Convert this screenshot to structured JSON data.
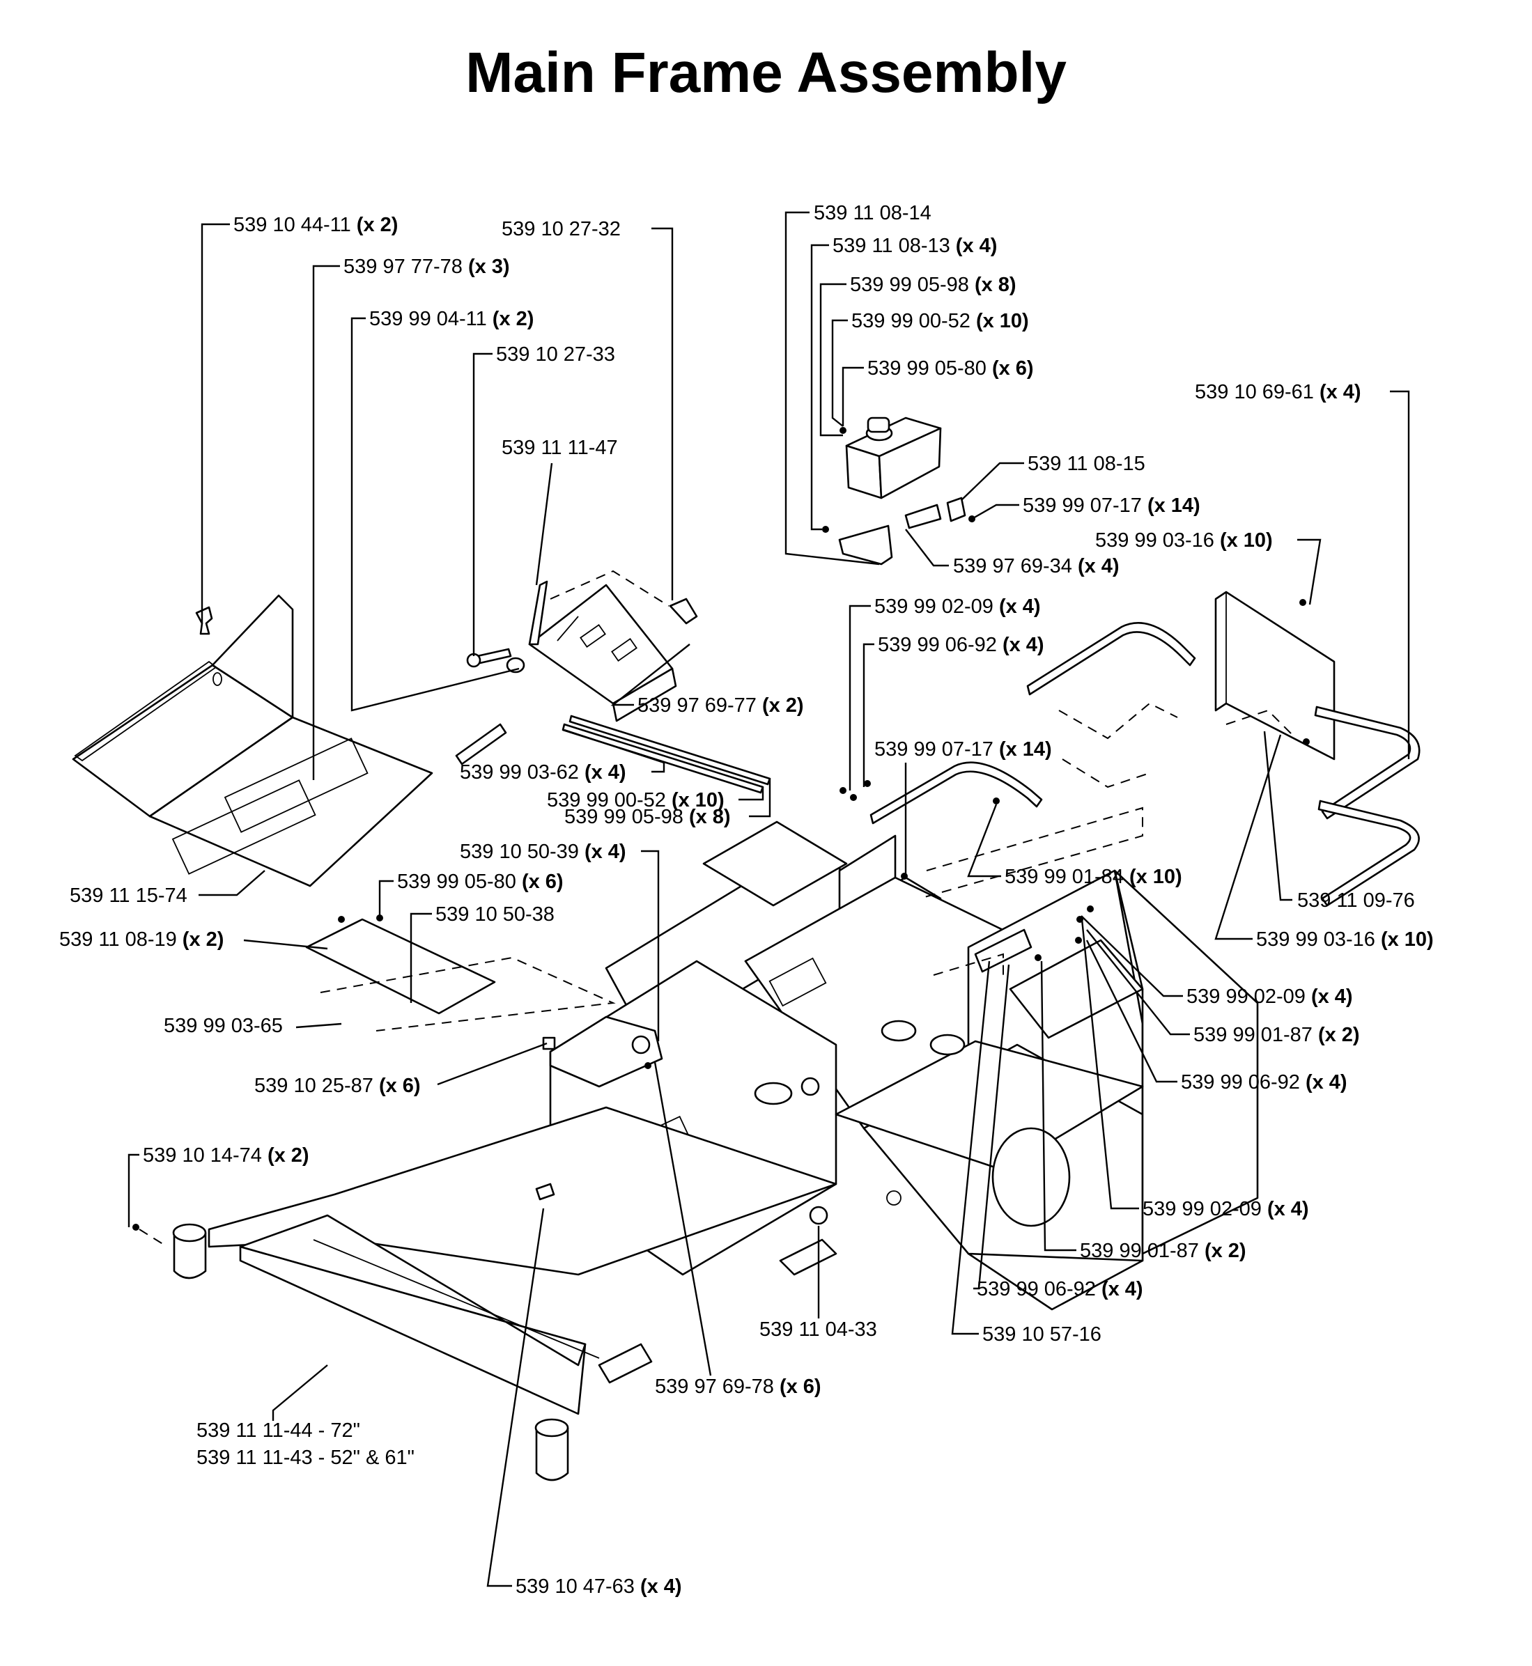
{
  "title": "Main Frame Assembly",
  "labels": [
    {
      "id": "l01",
      "part": "539 10 44-11",
      "qty": "(x 2)"
    },
    {
      "id": "l02",
      "part": "539 97 77-78",
      "qty": "(x 3)"
    },
    {
      "id": "l03",
      "part": "539 99 04-11",
      "qty": "(x 2)"
    },
    {
      "id": "l04",
      "part": "539 10 27-33",
      "qty": ""
    },
    {
      "id": "l05",
      "part": "539 10 27-32",
      "qty": ""
    },
    {
      "id": "l06",
      "part": "539 11 11-47",
      "qty": ""
    },
    {
      "id": "l07",
      "part": "539 97 69-77",
      "qty": "(x 2)"
    },
    {
      "id": "l08",
      "part": "539 99 03-62",
      "qty": "(x 4)"
    },
    {
      "id": "l09",
      "part": "539 99 00-52",
      "qty": "(x 10)"
    },
    {
      "id": "l10",
      "part": "539 99 05-98",
      "qty": "(x 8)"
    },
    {
      "id": "l11",
      "part": "539 11 15-74",
      "qty": ""
    },
    {
      "id": "l12",
      "part": "539 10 50-39",
      "qty": "(x 4)"
    },
    {
      "id": "l13",
      "part": "539 99 05-80",
      "qty": "(x 6)"
    },
    {
      "id": "l14",
      "part": "539 10 50-38",
      "qty": ""
    },
    {
      "id": "l15",
      "part": "539 11 08-19",
      "qty": "(x 2)"
    },
    {
      "id": "l16",
      "part": "539 99 03-65",
      "qty": ""
    },
    {
      "id": "l17",
      "part": "539 10 25-87",
      "qty": "(x 6)"
    },
    {
      "id": "l18",
      "part": "539 10 14-74",
      "qty": "(x 2)"
    },
    {
      "id": "l19",
      "part": "539 11 08-14",
      "qty": ""
    },
    {
      "id": "l20",
      "part": "539 11 08-13",
      "qty": "(x 4)"
    },
    {
      "id": "l21",
      "part": "539 99 05-98",
      "qty": "(x 8)"
    },
    {
      "id": "l22",
      "part": "539 99 00-52",
      "qty": "(x 10)"
    },
    {
      "id": "l23",
      "part": "539 99 05-80",
      "qty": "(x 6)"
    },
    {
      "id": "l24",
      "part": "539 11 08-15",
      "qty": ""
    },
    {
      "id": "l25",
      "part": "539 99 07-17",
      "qty": "(x 14)"
    },
    {
      "id": "l26",
      "part": "539 97 69-34",
      "qty": "(x 4)"
    },
    {
      "id": "l27",
      "part": "539 10 69-61",
      "qty": "(x 4)"
    },
    {
      "id": "l28",
      "part": "539 99 03-16",
      "qty": "(x 10)"
    },
    {
      "id": "l29",
      "part": "539 99 02-09",
      "qty": "(x 4)"
    },
    {
      "id": "l30",
      "part": "539 99 06-92",
      "qty": "(x 4)"
    },
    {
      "id": "l31",
      "part": "539 99 07-17",
      "qty": "(x 14)"
    },
    {
      "id": "l32",
      "part": "539 99 01-84",
      "qty": "(x 10)"
    },
    {
      "id": "l33",
      "part": "539 11 09-76",
      "qty": ""
    },
    {
      "id": "l34",
      "part": "539 99 03-16",
      "qty": "(x 10)"
    },
    {
      "id": "l35",
      "part": "539 99 02-09",
      "qty": "(x 4)"
    },
    {
      "id": "l36",
      "part": "539 99 01-87",
      "qty": "(x 2)"
    },
    {
      "id": "l37",
      "part": "539 99 06-92",
      "qty": "(x 4)"
    },
    {
      "id": "l38",
      "part": "539 99 02-09",
      "qty": "(x 4)"
    },
    {
      "id": "l39",
      "part": "539 99 01-87",
      "qty": "(x 2)"
    },
    {
      "id": "l40",
      "part": "539 99 06-92",
      "qty": "(x 4)"
    },
    {
      "id": "l41",
      "part": "539 11 04-33",
      "qty": ""
    },
    {
      "id": "l42",
      "part": "539 10 57-16",
      "qty": ""
    },
    {
      "id": "l43",
      "part": "539 97 69-78",
      "qty": "(x 6)"
    },
    {
      "id": "l44",
      "part": "539 11 11-44 - 72\"",
      "qty": ""
    },
    {
      "id": "l45",
      "part": "539 11 11-43 - 52\" & 61\"",
      "qty": ""
    },
    {
      "id": "l46",
      "part": "539 10 47-63",
      "qty": "(x 4)"
    }
  ]
}
